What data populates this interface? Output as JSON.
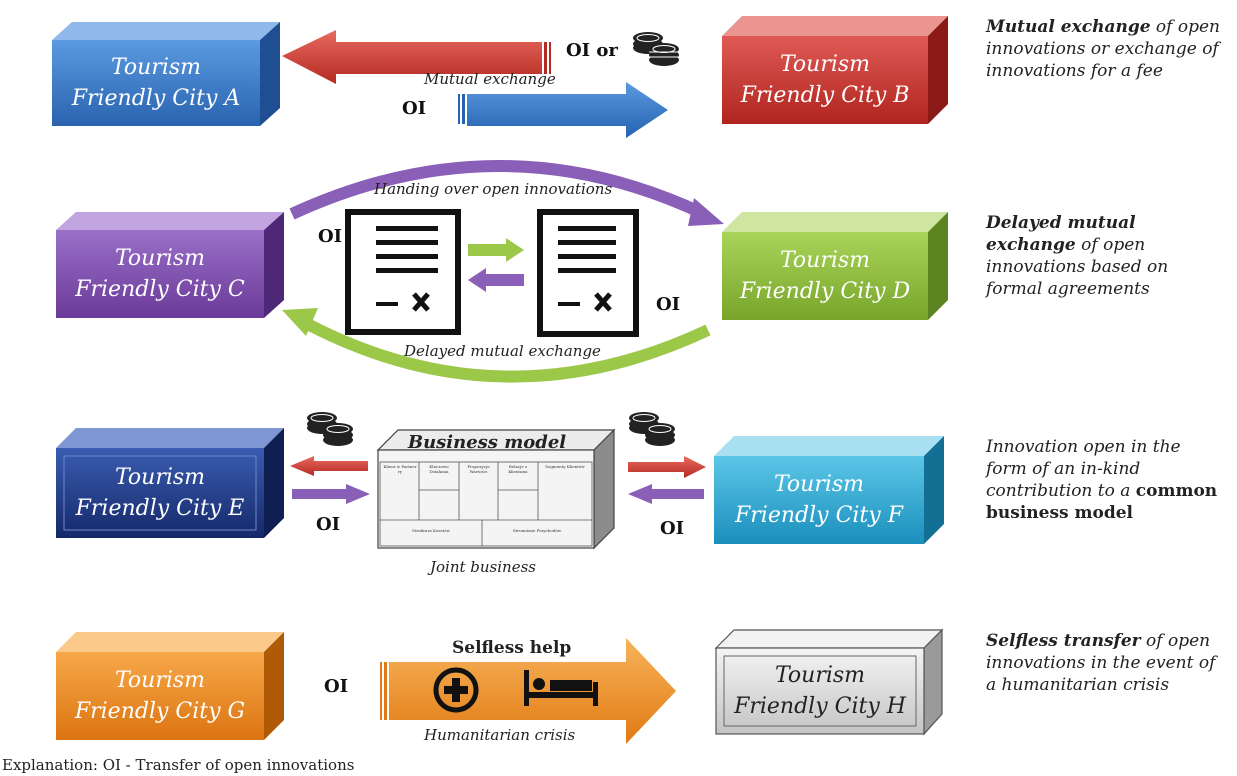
{
  "cities": {
    "a": {
      "line1": "Tourism",
      "line2": "Friendly City A"
    },
    "b": {
      "line1": "Tourism",
      "line2": "Friendly City B"
    },
    "c": {
      "line1": "Tourism",
      "line2": "Friendly City C"
    },
    "d": {
      "line1": "Tourism",
      "line2": "Friendly City D"
    },
    "e": {
      "line1": "Tourism",
      "line2": "Friendly City E"
    },
    "f": {
      "line1": "Tourism",
      "line2": "Friendly City F"
    },
    "g": {
      "line1": "Tourism",
      "line2": "Friendly City G"
    },
    "h": {
      "line1": "Tourism",
      "line2": "Friendly City H"
    }
  },
  "row1": {
    "oi_or": "OI or",
    "oi": "OI",
    "caption": "Mutual exchange",
    "desc_bold": "Mutual exchange",
    "desc_rest": " of open innovations or exchange of innovations for a fee"
  },
  "row2": {
    "caption_top": "Handing over open innovations",
    "caption_bottom": "Delayed mutual exchange",
    "oi_left": "OI",
    "oi_right": "OI",
    "desc_bold": "Delayed mutual exchange",
    "desc_rest": " of open innovations based on formal agreements"
  },
  "row3": {
    "business_model": "Business model",
    "caption": "Joint business",
    "oi_left": "OI",
    "oi_right": "OI",
    "desc_pre": "Innovation open in the form of an in-kind contribution to a ",
    "desc_bold": "common business model",
    "canvas_cells": [
      "Klient w Partner ry",
      "Kluczowe Działania",
      "Propozycje Wartości",
      "Relacje z klientami",
      "Segmenty Klientów",
      "Struktura Kosztów",
      "Strumienie Przychodów"
    ]
  },
  "row4": {
    "selfless_help": "Selfless help",
    "caption": "Humanitarian crisis",
    "oi": "OI",
    "desc_bold": "Selfless transfer",
    "desc_rest": " of open innovations in the event of a humanitarian crisis"
  },
  "explanation": "Explanation:  OI - Transfer  of open  innovations",
  "icons": [
    "coins-icon",
    "document-icon",
    "medical-cross-icon",
    "hospital-bed-icon"
  ],
  "colors": {
    "blue": "#3a78c4",
    "red": "#c0302b",
    "purple": "#7b4aa8",
    "green": "#8ab83c",
    "navy": "#1f3a86",
    "cyan": "#2aa6cf",
    "orange": "#ec8a1c",
    "gray": "#d9d9d9"
  }
}
